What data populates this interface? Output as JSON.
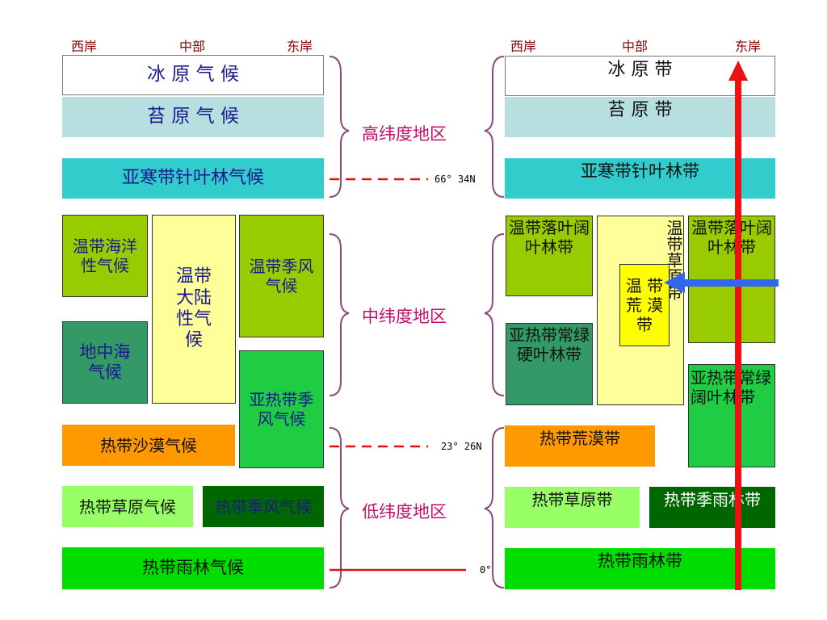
{
  "left": {
    "headers": {
      "west": "西岸",
      "middle": "中部",
      "east": "东岸"
    },
    "ice": "冰 原 气 候",
    "tundra": "苔 原 气 候",
    "subarctic": "亚寒带针叶林气候",
    "temperate_maritime": "温带海洋性气候",
    "temperate_continental": "温带大陆性气候",
    "temperate_monsoon": "温带季风气候",
    "mediterranean": "地中海气候",
    "subtropical_monsoon": "亚热带季风气候",
    "tropical_desert": "热带沙漠气候",
    "tropical_savanna": "热带草原气候",
    "tropical_monsoon": "热带季风气候",
    "tropical_rainforest": "热带雨林气候"
  },
  "regions": {
    "high": "高纬度地区",
    "mid": "中纬度地区",
    "low": "低纬度地区"
  },
  "latitudes": {
    "polar_circle": "66° 34N",
    "tropic": "23° 26N",
    "equator": "0°"
  },
  "right": {
    "headers": {
      "west": "西岸",
      "middle": "中部",
      "east": "东岸"
    },
    "ice": "冰 原 带",
    "tundra": "苔 原 带",
    "taiga": "亚寒带针叶林带",
    "temperate_deciduous_west": "温带落叶阔叶林带",
    "temperate_grassland": "温带草原带",
    "temperate_desert": "温 带荒 漠带",
    "temperate_deciduous_east": "温带落叶阔叶林带",
    "subtropical_sclerophyll": "亚热带常绿硬叶林带",
    "subtropical_evergreen": "亚热带常绿阔叶林带",
    "tropical_desert": "热带荒漠带",
    "tropical_savanna": "热带草原带",
    "tropical_monsoon_forest": "热带季雨林带",
    "tropical_rainforest": "热带雨林带"
  },
  "colors": {
    "header_text": "#8b0000",
    "region_text": "#c0106a",
    "dashed_line": "#e01010",
    "arrow_red": "#ee1111",
    "arrow_blue": "#3366ee",
    "ice": "#ffffff",
    "tundra": "#b7dfe0",
    "subarctic": "#33cccc",
    "olive_green": "#99cc00",
    "pale_yellow": "#ffff99",
    "dark_green": "#339966",
    "bright_green": "#1fcc44",
    "orange": "#ff9900",
    "light_green": "#99ff66",
    "deep_green": "#006600",
    "lime": "#00dd00",
    "yellow": "#ffff00"
  }
}
